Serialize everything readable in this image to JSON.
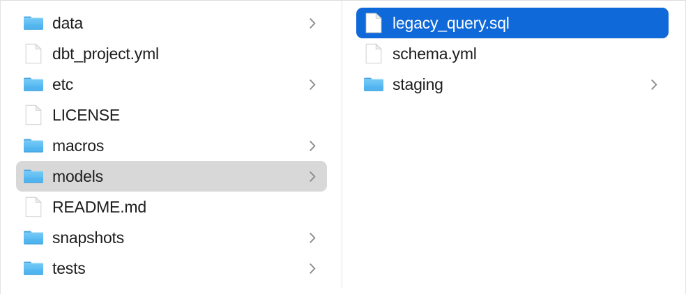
{
  "app": {
    "view_mode": "column",
    "window_title": "Finder Column View"
  },
  "colors": {
    "selection_blue": "#1069d8",
    "selection_gray": "#d8d8d8",
    "folder_blue": "#53b9f0",
    "folder_tab_blue": "#3ea3e0",
    "text_primary": "#1d1d1f",
    "text_selected": "#ffffff",
    "chevron_gray": "#8b8b8f",
    "divider": "#dedede",
    "background": "#ffffff"
  },
  "columns": [
    {
      "name": "project-root-column",
      "items": [
        {
          "label": "data",
          "kind": "folder",
          "icon": "folder-icon",
          "has_chevron": true,
          "selected": "none"
        },
        {
          "label": "dbt_project.yml",
          "kind": "file",
          "icon": "document-icon",
          "has_chevron": false,
          "selected": "none"
        },
        {
          "label": "etc",
          "kind": "folder",
          "icon": "folder-icon",
          "has_chevron": true,
          "selected": "none"
        },
        {
          "label": "LICENSE",
          "kind": "file",
          "icon": "document-icon",
          "has_chevron": false,
          "selected": "none"
        },
        {
          "label": "macros",
          "kind": "folder",
          "icon": "folder-icon",
          "has_chevron": true,
          "selected": "none"
        },
        {
          "label": "models",
          "kind": "folder",
          "icon": "folder-icon",
          "has_chevron": true,
          "selected": "gray"
        },
        {
          "label": "README.md",
          "kind": "file",
          "icon": "document-icon",
          "has_chevron": false,
          "selected": "none"
        },
        {
          "label": "snapshots",
          "kind": "folder",
          "icon": "folder-icon",
          "has_chevron": true,
          "selected": "none"
        },
        {
          "label": "tests",
          "kind": "folder",
          "icon": "folder-icon",
          "has_chevron": true,
          "selected": "none"
        }
      ]
    },
    {
      "name": "models-column",
      "items": [
        {
          "label": "legacy_query.sql",
          "kind": "file",
          "icon": "document-icon",
          "has_chevron": false,
          "selected": "blue"
        },
        {
          "label": "schema.yml",
          "kind": "file",
          "icon": "document-icon",
          "has_chevron": false,
          "selected": "none"
        },
        {
          "label": "staging",
          "kind": "folder",
          "icon": "folder-icon",
          "has_chevron": true,
          "selected": "none"
        }
      ]
    }
  ]
}
